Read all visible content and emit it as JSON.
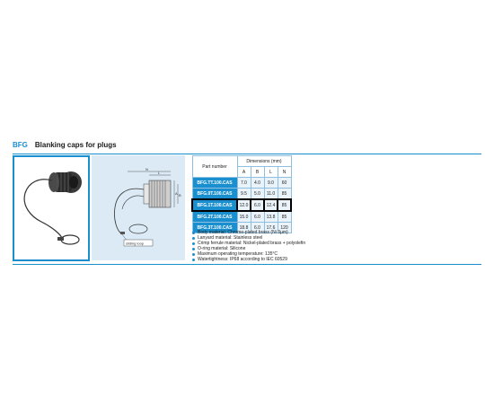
{
  "header": {
    "code": "BFG",
    "title": "Blanking caps for plugs"
  },
  "drawing": {
    "labels": [
      "L",
      "N",
      "A",
      "B",
      "sliding loop"
    ]
  },
  "table": {
    "part_header": "Part number",
    "dim_header": "Dimensions (mm)",
    "cols": [
      "A",
      "B",
      "L",
      "N"
    ],
    "rows": [
      {
        "pn": "BFG.TT.100.CAS",
        "v": [
          "7.0",
          "4.0",
          "9.0",
          "60"
        ]
      },
      {
        "pn": "BFG.0T.100.CAS",
        "v": [
          "9.5",
          "5.0",
          "11.0",
          "85"
        ]
      },
      {
        "pn": "BFG.1T.100.CAS",
        "v": [
          "12.0",
          "6.0",
          "12.4",
          "85"
        ]
      },
      {
        "pn": "BFG.2T.100.CAS",
        "v": [
          "15.0",
          "6.0",
          "13.8",
          "85"
        ]
      },
      {
        "pn": "BFG.3T.100.CAS",
        "v": [
          "18.8",
          "6.0",
          "17.6",
          "120"
        ]
      }
    ]
  },
  "specs": [
    "Body material: Chrome-plated brass (Ni 3µm)",
    "Lanyard material: Stainless steel",
    "Crimp ferrule material: Nickel-plated brass + polyolefin",
    "O-ring material: Silicone",
    "Maximum operating temperature: 135°C",
    "Watertightness: IP68 according to IEC 60529"
  ],
  "colors": {
    "accent": "#1a8fd0",
    "drawing_bg": "#dbeaf5"
  }
}
